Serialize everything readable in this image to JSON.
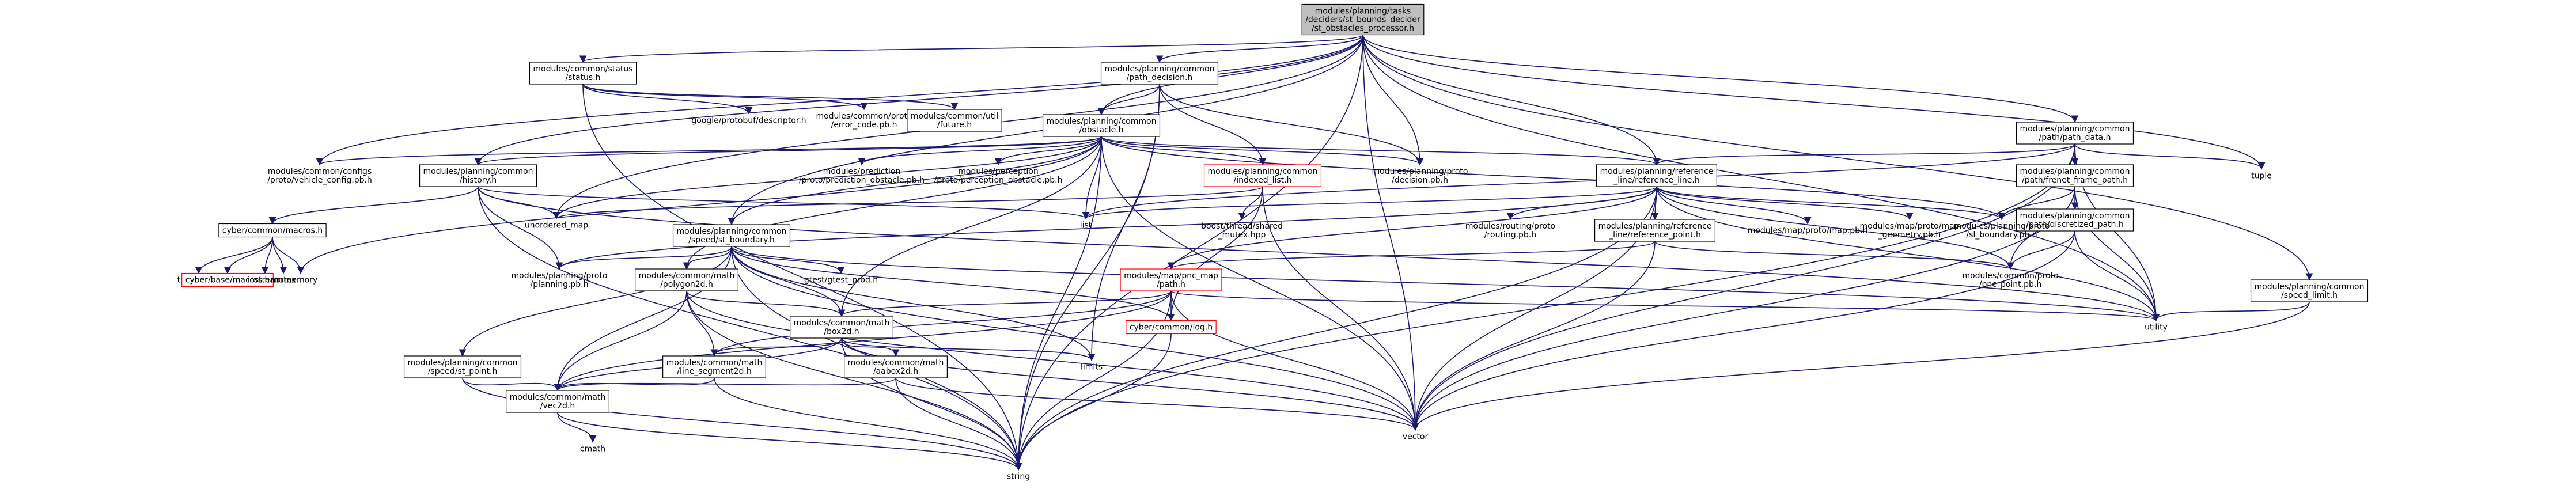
{
  "graph": {
    "nodes": [
      {
        "id": "root",
        "lines": [
          "modules/planning/tasks",
          "/deciders/st_bounds_decider",
          "/st_obstacles_processor.h"
        ],
        "style": "root"
      },
      {
        "id": "status",
        "lines": [
          "modules/common/status",
          "/status.h"
        ],
        "style": "box"
      },
      {
        "id": "path_decision",
        "lines": [
          "modules/planning/common",
          "/path_decision.h"
        ],
        "style": "box"
      },
      {
        "id": "path_data",
        "lines": [
          "modules/planning/common",
          "/path/path_data.h"
        ],
        "style": "box"
      },
      {
        "id": "protobuf_descriptor",
        "lines": [
          "google/protobuf/descriptor.h"
        ],
        "style": "plain"
      },
      {
        "id": "error_code",
        "lines": [
          "modules/common/proto",
          "/error_code.pb.h"
        ],
        "style": "plain"
      },
      {
        "id": "future",
        "lines": [
          "modules/common/util",
          "/future.h"
        ],
        "style": "box"
      },
      {
        "id": "obstacle",
        "lines": [
          "modules/planning/common",
          "/obstacle.h"
        ],
        "style": "box"
      },
      {
        "id": "vehicle_config",
        "lines": [
          "modules/common/configs",
          "/proto/vehicle_config.pb.h"
        ],
        "style": "plain"
      },
      {
        "id": "history",
        "lines": [
          "modules/planning/common",
          "/history.h"
        ],
        "style": "box"
      },
      {
        "id": "prediction_obstacle",
        "lines": [
          "modules/prediction",
          "/proto/prediction_obstacle.pb.h"
        ],
        "style": "plain"
      },
      {
        "id": "perception_obstacle",
        "lines": [
          "modules/perception",
          "/proto/perception_obstacle.pb.h"
        ],
        "style": "plain"
      },
      {
        "id": "indexed_list",
        "lines": [
          "modules/planning/common",
          "/indexed_list.h"
        ],
        "style": "red"
      },
      {
        "id": "decision_pb",
        "lines": [
          "modules/planning/proto",
          "/decision.pb.h"
        ],
        "style": "plain"
      },
      {
        "id": "reference_line",
        "lines": [
          "modules/planning/reference",
          "_line/reference_line.h"
        ],
        "style": "box"
      },
      {
        "id": "frenet_frame_path",
        "lines": [
          "modules/planning/common",
          "/path/frenet_frame_path.h"
        ],
        "style": "box"
      },
      {
        "id": "discretized_path",
        "lines": [
          "modules/planning/common",
          "/path/discretized_path.h"
        ],
        "style": "box"
      },
      {
        "id": "tuple",
        "lines": [
          "tuple"
        ],
        "style": "plain"
      },
      {
        "id": "macros",
        "lines": [
          "cyber/common/macros.h"
        ],
        "style": "box"
      },
      {
        "id": "unordered_map",
        "lines": [
          "unordered_map"
        ],
        "style": "plain"
      },
      {
        "id": "list",
        "lines": [
          "list"
        ],
        "style": "plain"
      },
      {
        "id": "st_boundary",
        "lines": [
          "modules/planning/common",
          "/speed/st_boundary.h"
        ],
        "style": "box"
      },
      {
        "id": "shared_mutex",
        "lines": [
          "boost/thread/shared",
          "_mutex.hpp"
        ],
        "style": "plain"
      },
      {
        "id": "routing_pb",
        "lines": [
          "modules/routing/proto",
          "/routing.pb.h"
        ],
        "style": "plain"
      },
      {
        "id": "reference_point",
        "lines": [
          "modules/planning/reference",
          "_line/reference_point.h"
        ],
        "style": "box"
      },
      {
        "id": "map_pb",
        "lines": [
          "modules/map/proto/map.pb.h"
        ],
        "style": "plain"
      },
      {
        "id": "map_geometry",
        "lines": [
          "modules/map/proto/map",
          "_geometry.pb.h"
        ],
        "style": "plain"
      },
      {
        "id": "sl_boundary",
        "lines": [
          "modules/planning/proto",
          "/sl_boundary.pb.h"
        ],
        "style": "plain"
      },
      {
        "id": "speed_limit",
        "lines": [
          "modules/planning/common",
          "/speed_limit.h"
        ],
        "style": "box"
      },
      {
        "id": "type_traits",
        "lines": [
          "type_traits"
        ],
        "style": "plain"
      },
      {
        "id": "cyber_base_macros",
        "lines": [
          "cyber/base/macros.h"
        ],
        "style": "red"
      },
      {
        "id": "iostream",
        "lines": [
          "iostream"
        ],
        "style": "plain"
      },
      {
        "id": "mutex",
        "lines": [
          "mutex"
        ],
        "style": "plain"
      },
      {
        "id": "memory",
        "lines": [
          "memory"
        ],
        "style": "plain"
      },
      {
        "id": "planning_pb",
        "lines": [
          "modules/planning/proto",
          "/planning.pb.h"
        ],
        "style": "plain"
      },
      {
        "id": "polygon2d",
        "lines": [
          "modules/common/math",
          "/polygon2d.h"
        ],
        "style": "box"
      },
      {
        "id": "gtest_prod",
        "lines": [
          "gtest/gtest_prod.h"
        ],
        "style": "plain"
      },
      {
        "id": "pnc_map_path",
        "lines": [
          "modules/map/pnc_map",
          "/path.h"
        ],
        "style": "red"
      },
      {
        "id": "pnc_point",
        "lines": [
          "modules/common/proto",
          "/pnc_point.pb.h"
        ],
        "style": "plain"
      },
      {
        "id": "box2d",
        "lines": [
          "modules/common/math",
          "/box2d.h"
        ],
        "style": "box"
      },
      {
        "id": "cyber_log",
        "lines": [
          "cyber/common/log.h"
        ],
        "style": "red"
      },
      {
        "id": "utility",
        "lines": [
          "utility"
        ],
        "style": "plain"
      },
      {
        "id": "speed_st_point",
        "lines": [
          "modules/planning/common",
          "/speed/st_point.h"
        ],
        "style": "box"
      },
      {
        "id": "line_segment2d",
        "lines": [
          "modules/common/math",
          "/line_segment2d.h"
        ],
        "style": "box"
      },
      {
        "id": "aabox2d",
        "lines": [
          "modules/common/math",
          "/aabox2d.h"
        ],
        "style": "box"
      },
      {
        "id": "limits",
        "lines": [
          "limits"
        ],
        "style": "plain"
      },
      {
        "id": "vec2d",
        "lines": [
          "modules/common/math",
          "/vec2d.h"
        ],
        "style": "box"
      },
      {
        "id": "vector",
        "lines": [
          "vector"
        ],
        "style": "plain"
      },
      {
        "id": "cmath",
        "lines": [
          "cmath"
        ],
        "style": "gray"
      },
      {
        "id": "string",
        "lines": [
          "string"
        ],
        "style": "plain"
      }
    ],
    "edges": [
      [
        "root",
        "status"
      ],
      [
        "root",
        "path_decision"
      ],
      [
        "root",
        "path_data"
      ],
      [
        "root",
        "obstacle"
      ],
      [
        "root",
        "vehicle_config"
      ],
      [
        "root",
        "history"
      ],
      [
        "root",
        "decision_pb"
      ],
      [
        "root",
        "reference_line"
      ],
      [
        "root",
        "st_boundary"
      ],
      [
        "root",
        "tuple"
      ],
      [
        "root",
        "unordered_map"
      ],
      [
        "root",
        "speed_limit"
      ],
      [
        "root",
        "utility"
      ],
      [
        "root",
        "vector"
      ],
      [
        "root",
        "string"
      ],
      [
        "status",
        "protobuf_descriptor"
      ],
      [
        "status",
        "error_code"
      ],
      [
        "status",
        "future"
      ],
      [
        "status",
        "string"
      ],
      [
        "path_decision",
        "obstacle"
      ],
      [
        "path_decision",
        "indexed_list"
      ],
      [
        "path_decision",
        "decision_pb"
      ],
      [
        "path_decision",
        "string"
      ],
      [
        "path_decision",
        "limits"
      ],
      [
        "path_data",
        "reference_line"
      ],
      [
        "path_data",
        "frenet_frame_path"
      ],
      [
        "path_data",
        "discretized_path"
      ],
      [
        "path_data",
        "tuple"
      ],
      [
        "path_data",
        "list"
      ],
      [
        "path_data",
        "utility"
      ],
      [
        "path_data",
        "vector"
      ],
      [
        "path_data",
        "string"
      ],
      [
        "obstacle",
        "vehicle_config"
      ],
      [
        "obstacle",
        "history"
      ],
      [
        "obstacle",
        "prediction_obstacle"
      ],
      [
        "obstacle",
        "perception_obstacle"
      ],
      [
        "obstacle",
        "indexed_list"
      ],
      [
        "obstacle",
        "decision_pb"
      ],
      [
        "obstacle",
        "reference_line"
      ],
      [
        "obstacle",
        "st_boundary"
      ],
      [
        "obstacle",
        "sl_boundary"
      ],
      [
        "obstacle",
        "unordered_map"
      ],
      [
        "obstacle",
        "list"
      ],
      [
        "obstacle",
        "memory"
      ],
      [
        "obstacle",
        "box2d"
      ],
      [
        "obstacle",
        "polygon2d"
      ],
      [
        "obstacle",
        "vector"
      ],
      [
        "obstacle",
        "string"
      ],
      [
        "history",
        "macros"
      ],
      [
        "history",
        "unordered_map"
      ],
      [
        "history",
        "list"
      ],
      [
        "history",
        "planning_pb"
      ],
      [
        "history",
        "string"
      ],
      [
        "history",
        "utility"
      ],
      [
        "indexed_list",
        "unordered_map"
      ],
      [
        "indexed_list",
        "shared_mutex"
      ],
      [
        "indexed_list",
        "cyber_log"
      ],
      [
        "indexed_list",
        "vector"
      ],
      [
        "reference_line",
        "routing_pb"
      ],
      [
        "reference_line",
        "reference_point"
      ],
      [
        "reference_line",
        "map_pb"
      ],
      [
        "reference_line",
        "map_geometry"
      ],
      [
        "reference_line",
        "sl_boundary"
      ],
      [
        "reference_line",
        "pnc_map_path"
      ],
      [
        "reference_line",
        "planning_pb"
      ],
      [
        "reference_line",
        "pnc_point"
      ],
      [
        "reference_line",
        "list"
      ],
      [
        "reference_line",
        "utility"
      ],
      [
        "reference_line",
        "vector"
      ],
      [
        "reference_line",
        "string"
      ],
      [
        "frenet_frame_path",
        "sl_boundary"
      ],
      [
        "frenet_frame_path",
        "pnc_point"
      ],
      [
        "frenet_frame_path",
        "utility"
      ],
      [
        "frenet_frame_path",
        "vector"
      ],
      [
        "discretized_path",
        "pnc_point"
      ],
      [
        "discretized_path",
        "utility"
      ],
      [
        "discretized_path",
        "vector"
      ],
      [
        "speed_limit",
        "utility"
      ],
      [
        "speed_limit",
        "vector"
      ],
      [
        "macros",
        "type_traits"
      ],
      [
        "macros",
        "cyber_base_macros"
      ],
      [
        "macros",
        "iostream"
      ],
      [
        "macros",
        "mutex"
      ],
      [
        "macros",
        "memory"
      ],
      [
        "st_boundary",
        "planning_pb"
      ],
      [
        "st_boundary",
        "polygon2d"
      ],
      [
        "st_boundary",
        "gtest_prod"
      ],
      [
        "st_boundary",
        "box2d"
      ],
      [
        "st_boundary",
        "speed_st_point"
      ],
      [
        "st_boundary",
        "vec2d"
      ],
      [
        "st_boundary",
        "limits"
      ],
      [
        "st_boundary",
        "utility"
      ],
      [
        "st_boundary",
        "vector"
      ],
      [
        "st_boundary",
        "string"
      ],
      [
        "st_boundary",
        "cyber_log"
      ],
      [
        "reference_point",
        "pnc_map_path"
      ],
      [
        "reference_point",
        "pnc_point"
      ],
      [
        "reference_point",
        "vector"
      ],
      [
        "polygon2d",
        "box2d"
      ],
      [
        "polygon2d",
        "line_segment2d"
      ],
      [
        "polygon2d",
        "vec2d"
      ],
      [
        "polygon2d",
        "vector"
      ],
      [
        "polygon2d",
        "string"
      ],
      [
        "pnc_map_path",
        "box2d"
      ],
      [
        "pnc_map_path",
        "cyber_log"
      ],
      [
        "pnc_map_path",
        "line_segment2d"
      ],
      [
        "pnc_map_path",
        "vec2d"
      ],
      [
        "pnc_map_path",
        "utility"
      ],
      [
        "pnc_map_path",
        "vector"
      ],
      [
        "pnc_map_path",
        "string"
      ],
      [
        "box2d",
        "line_segment2d"
      ],
      [
        "box2d",
        "aabox2d"
      ],
      [
        "box2d",
        "vec2d"
      ],
      [
        "box2d",
        "limits"
      ],
      [
        "box2d",
        "vector"
      ],
      [
        "box2d",
        "string"
      ],
      [
        "cyber_log",
        "string"
      ],
      [
        "speed_st_point",
        "vec2d"
      ],
      [
        "speed_st_point",
        "string"
      ],
      [
        "line_segment2d",
        "vec2d"
      ],
      [
        "line_segment2d",
        "string"
      ],
      [
        "aabox2d",
        "vec2d"
      ],
      [
        "aabox2d",
        "vector"
      ],
      [
        "aabox2d",
        "string"
      ],
      [
        "vec2d",
        "cmath"
      ],
      [
        "vec2d",
        "string"
      ]
    ]
  }
}
